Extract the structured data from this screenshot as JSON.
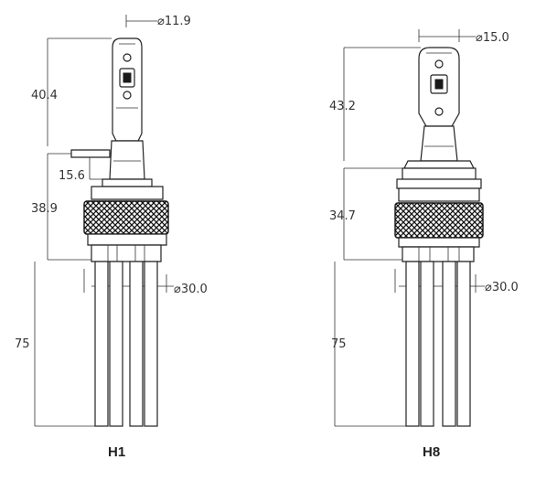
{
  "bulbs": [
    {
      "model": "H1",
      "dims": {
        "head_diameter": "⌀11.9",
        "head_height": "40.4",
        "neck_height": "15.6",
        "base_height": "38.9",
        "body_diameter": "⌀30.0",
        "cable_length": "75"
      }
    },
    {
      "model": "H8",
      "dims": {
        "head_diameter": "⌀15.0",
        "head_height": "43.2",
        "base_height": "34.7",
        "body_diameter": "⌀30.0",
        "cable_length": "75"
      }
    }
  ],
  "colors": {
    "line": "#222222",
    "text": "#333333",
    "background": "#ffffff"
  }
}
